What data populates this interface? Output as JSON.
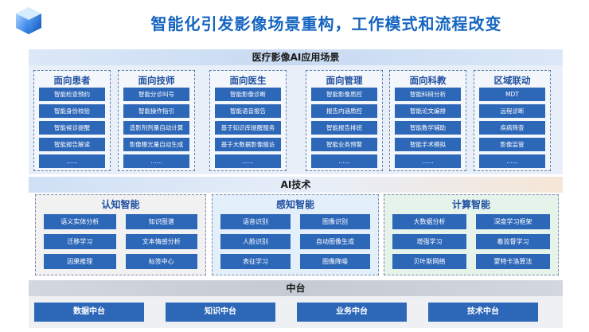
{
  "title": "智能化引发影像场景重构，工作模式和流程改变",
  "apps_band": "医疗影像AI应用场景",
  "audiences": [
    {
      "title": "面向患者",
      "items": [
        "智能检查预约",
        "智能身份校验",
        "智能候诊提醒",
        "智能报告解读",
        "......"
      ]
    },
    {
      "title": "面向技师",
      "items": [
        "智能分诊叫号",
        "智能操作指引",
        "造影剂剂量自动计算",
        "影像曝光量自动生成",
        "......"
      ]
    },
    {
      "title": "面向医生",
      "items": [
        "智能影像诊断",
        "智能语音报告",
        "基于知识库提醒服务",
        "基于大数据影像随访",
        "......"
      ]
    },
    {
      "title": "面向管理",
      "items": [
        "智能影像质控",
        "报告内涵质控",
        "智能报告排班",
        "智能业务预警",
        "......"
      ]
    },
    {
      "title": "面向科教",
      "items": [
        "智能科研分析",
        "智能论文编排",
        "智能教学辅助",
        "智能手术模拟",
        "......"
      ]
    },
    {
      "title": "区域联动",
      "items": [
        "MDT",
        "远程诊断",
        "疾病筛查",
        "影像监管",
        "......"
      ]
    }
  ],
  "ai_band": "AI技术",
  "ai_groups": [
    {
      "title": "认知智能",
      "cells": [
        "语义实体分析",
        "知识图谱",
        "迁移学习",
        "文本情感分析",
        "因果推理",
        "标签中心"
      ]
    },
    {
      "title": "感知智能",
      "cells": [
        "语音识别",
        "图像识别",
        "人脸识别",
        "自动图像生成",
        "表征学习",
        "图像降噪"
      ]
    },
    {
      "title": "计算智能",
      "cells": [
        "大数据分析",
        "深度学习框架",
        "增强学习",
        "着监督学习",
        "贝叶斯网络",
        "蒙特卡洛算法"
      ]
    }
  ],
  "mid_band": "中台",
  "platforms": [
    "数据中台",
    "知识中台",
    "业务中台",
    "技术中台"
  ],
  "colors": {
    "title": "#1565c0",
    "tile": "#2d67b8",
    "heading": "#1f4fa0"
  },
  "icons": {
    "logo": "blue-cube-icon"
  }
}
